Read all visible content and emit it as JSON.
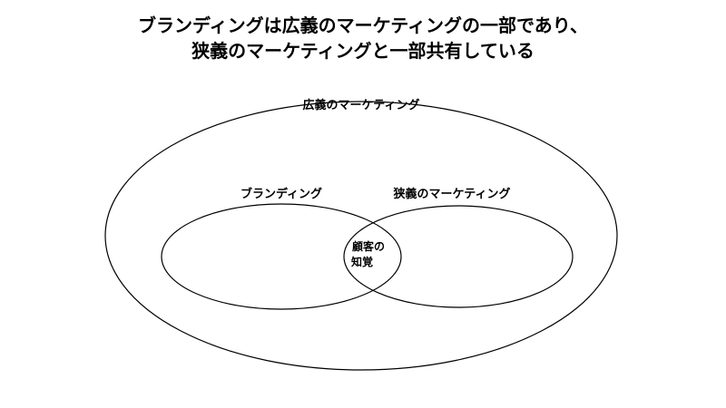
{
  "title": {
    "line1": "ブランディングは広義のマーケティングの一部であり、",
    "line2": "狭義のマーケティングと一部共有している"
  },
  "diagram": {
    "outer_label": "広義のマーケティング",
    "left_label": "ブランディング",
    "right_label": "狭義のマーケティング",
    "overlap_label_line1": "顧客の",
    "overlap_label_line2": "知覚"
  }
}
